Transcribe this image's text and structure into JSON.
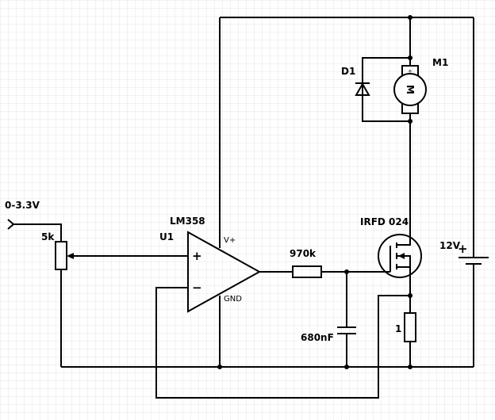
{
  "labels": {
    "input_voltage": "0-3.3V",
    "potentiometer": "5k",
    "opamp_part": "LM358",
    "opamp_ref": "U1",
    "opamp_vplus": "V+",
    "opamp_gnd": "GND",
    "opamp_plus_sign": "+",
    "opamp_minus_sign": "−",
    "resistor": "970k",
    "capacitor": "680nF",
    "mosfet": "IRFD 024",
    "diode": "D1",
    "motor_ref": "M1",
    "motor_symbol": "M",
    "sense_resistor": "1",
    "battery": "12V",
    "battery_plus": "+"
  },
  "colors": {
    "grid": "#e6e6e6",
    "wire": "#000000",
    "background": "#ffffff"
  }
}
